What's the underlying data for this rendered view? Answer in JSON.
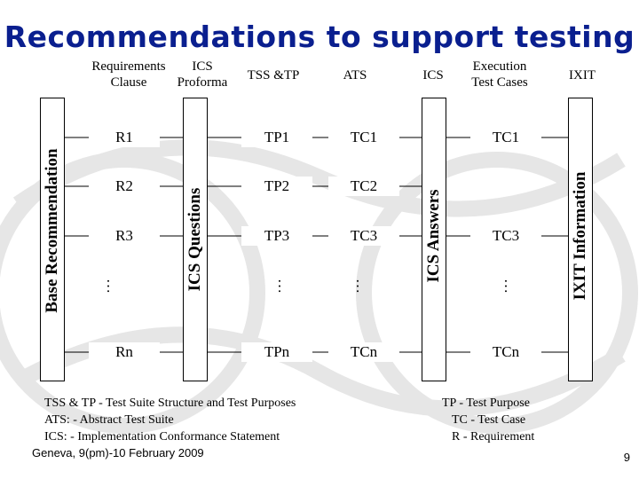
{
  "title": "Recommendations to support testing",
  "headers": {
    "requirements_clause": [
      "Requirements",
      "Clause"
    ],
    "ics_proforma": [
      "ICS",
      "Proforma"
    ],
    "tss_tp": "TSS &TP",
    "ats": "ATS",
    "ics": "ICS",
    "execution_test_cases": [
      "Execution",
      "Test Cases"
    ],
    "ixit": "IXIT"
  },
  "vertical_labels": {
    "base_recommendation": "Base Recommendation",
    "ics_questions": "ICS Questions",
    "ics_answers": "ICS Answers",
    "ixit_information": "IXIT Information"
  },
  "rows": {
    "recommendations": [
      "R1",
      "R2",
      "R3",
      "Rn"
    ],
    "test_purposes": [
      "TP1",
      "TP2",
      "TP3",
      "TPn"
    ],
    "abstract_test_cases": [
      "TC1",
      "TC2",
      "TC3",
      "TCn"
    ],
    "executed_test_cases": [
      "TC1",
      "TC3",
      "TCn"
    ],
    "ellipsis": "…"
  },
  "legend_left": [
    "TSS & TP -  Test Suite Structure and Test Purposes",
    "ATS:       -  Abstract Test Suite",
    "ICS:       -  Implementation Conformance Statement"
  ],
  "legend_right": [
    "TP  - Test Purpose",
    "TC  -  Test Case",
    "R    -  Requirement"
  ],
  "footer": "Geneva, 9(pm)-10 February 2009",
  "page_number": "9",
  "colors": {
    "title": "#0a1f8f",
    "watermark": "#e6e6e6"
  }
}
